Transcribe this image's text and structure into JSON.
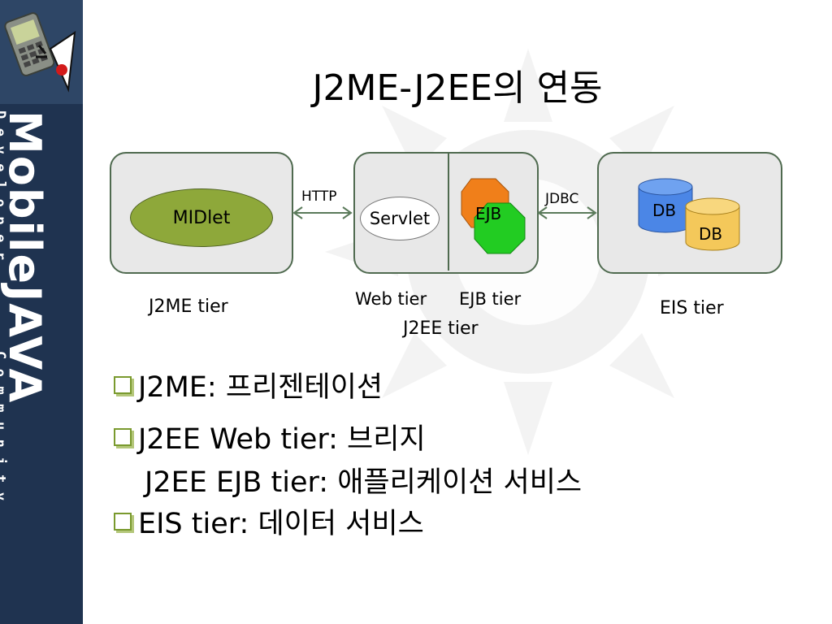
{
  "title": "J2ME-J2EE의 연동",
  "sidebar": {
    "brand_big": "MobileJAVA",
    "brand_small_1": "Developer",
    "brand_small_2": "Community"
  },
  "diagram": {
    "j2me_box": {
      "node": "MIDlet",
      "label": "J2ME tier"
    },
    "j2ee_box": {
      "web_node": "Servlet",
      "ejb_node": "EJB",
      "web_label": "Web tier",
      "ejb_label": "EJB tier",
      "label": "J2EE tier"
    },
    "eis_box": {
      "db1": "DB",
      "db2": "DB",
      "label": "EIS tier"
    },
    "http_label": "HTTP",
    "jdbc_label": "JDBC"
  },
  "bullets": [
    {
      "text": "J2ME: 프리젠테이션"
    },
    {
      "text": "J2EE Web tier: 브리지"
    },
    {
      "text": "J2EE EJB tier: 애플리케이션 서비스"
    },
    {
      "text": "EIS tier: 데이터 서비스"
    }
  ],
  "colors": {
    "midlet": "#8ea83a",
    "ejb_orange": "#f07f1a",
    "ejb_green": "#22cc22",
    "db_blue": "#4b86e6",
    "db_yellow": "#f4c85a",
    "sidebar": "#1f3350"
  }
}
